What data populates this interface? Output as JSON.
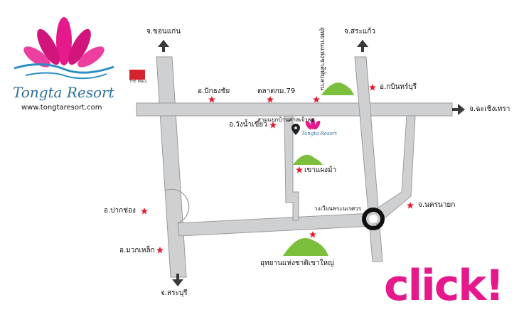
{
  "brand": {
    "name": "Tongta Resort",
    "website": "www.tongtaresort.com"
  },
  "cta": {
    "label": "click!"
  },
  "colors": {
    "road": "#cfd0d2",
    "road_edge": "#9a9a9a",
    "hill": "#7bbf3c",
    "star": "#e8182b",
    "lotus": "#e6198c",
    "brand_blue": "#2b6f9e",
    "click": "#e6198c",
    "mall_red": "#d5222c"
  },
  "icons": {
    "direction_arrow": "arrow-icon",
    "landmark": "star-icon",
    "mountain": "hill-icon",
    "location": "pin-icon",
    "roundabout": "roundabout-icon",
    "logo": "lotus-icon"
  },
  "map": {
    "directions": {
      "khon_kaen": "จ.ขอนแก่น",
      "sa_kaeo": "จ.สระแก้ว",
      "chachoengsao": "จ.ฉะเชิงเทรา",
      "nakhon_nayok": "จ.นครนายก",
      "saraburi": "จ.สระบุรี"
    },
    "places": {
      "pak_thong_chai": "อ.ปักธงชัย",
      "talat_km79": "ตลาดกม.79",
      "kabin_buri": "อ.กบินทร์บุรี",
      "wang_nam_khiao": "อ.วังน้ำเขียว",
      "khao_phaeng_ma": "เขาแผงม้า",
      "pak_chong": "อ.ปากช่อง",
      "muak_lek": "อ.มวกเหล็ก",
      "khao_yai_park": "อุทยานแห่งชาติเขาใหญ่",
      "thap_lan_park": "อุทยานแห่งชาติทับลาน"
    },
    "road_labels": {
      "san_chao_pho": "สามแยกบ้านศาลเจ้าพ่อ",
      "naresuan_circle": "วงเวียนพระนเรศวร"
    },
    "mall_label": "THE MALL"
  }
}
